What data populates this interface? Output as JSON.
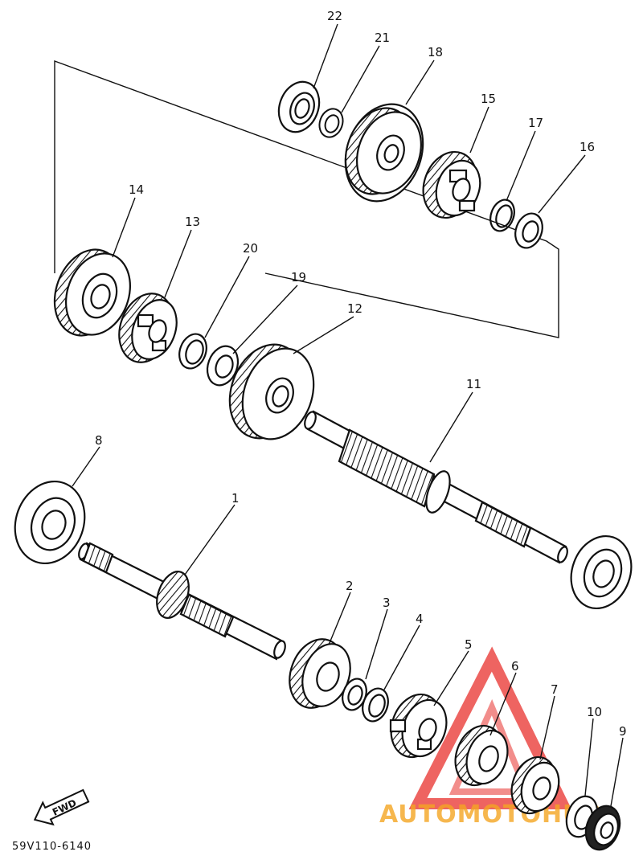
{
  "diagram": {
    "part_numbers": [
      "1",
      "2",
      "3",
      "4",
      "5",
      "6",
      "7",
      "8",
      "9",
      "10",
      "11",
      "12",
      "13",
      "14",
      "15",
      "16",
      "17",
      "18",
      "19",
      "20",
      "21",
      "22"
    ],
    "fwd_label": "FWD",
    "drawing_code": "59V110-6140"
  },
  "watermark": {
    "text_a": "AUTOMOTO",
    "text_b": "HUB",
    "color_red": "#e8302c",
    "color_orange": "#f5a623"
  }
}
